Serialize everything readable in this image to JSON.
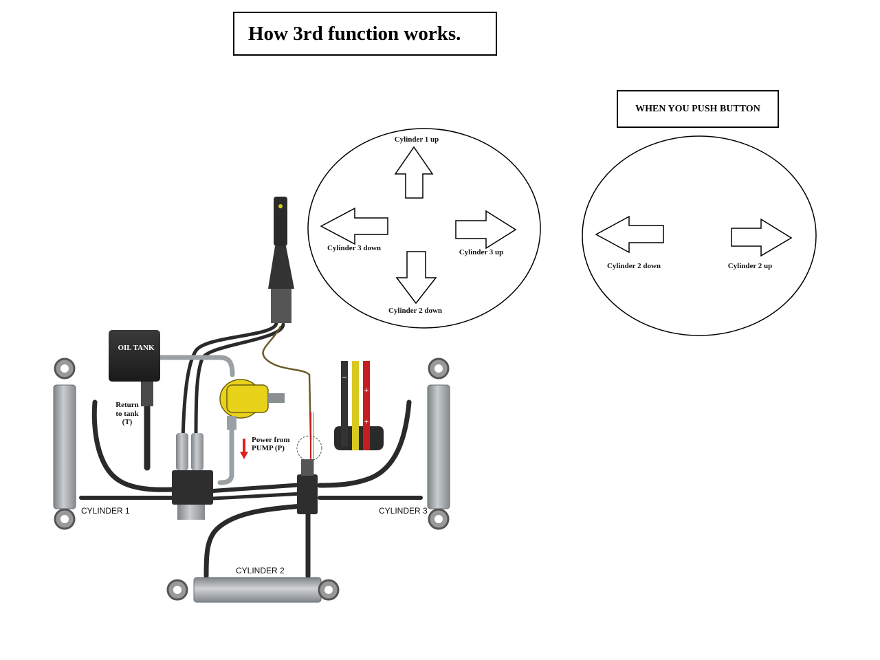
{
  "title": "How 3rd function works.",
  "push_button_label": "WHEN YOU PUSH BUTTON",
  "joystick_diagram": {
    "up": "Cylinder 1 up",
    "left": "Cylinder 3 down",
    "right": "Cylinder 3  up",
    "down": "Cylinder 2 down"
  },
  "button_diagram": {
    "left": "Cylinder 2 down",
    "right": "Cylinder 2 up"
  },
  "components": {
    "oil_tank": "OIL TANK",
    "return_line": [
      "Return",
      "to tank",
      "(T)"
    ],
    "pump_line": [
      "Power from",
      "PUMP (P)"
    ],
    "cylinder_1": "CYLINDER 1",
    "cylinder_2": "CYLINDER 2",
    "cylinder_3": "CYLINDER 3",
    "wire_minus": "−",
    "wire_plus_1": "+",
    "wire_plus_2": "+"
  },
  "colors": {
    "hose": "#2a2a2a",
    "metal": "#a8acaf",
    "pump_yellow": "#e8d21a",
    "wire_red": "#c41e1e",
    "wire_yellow": "#d8c820",
    "pump_arrow": "#e02020"
  }
}
